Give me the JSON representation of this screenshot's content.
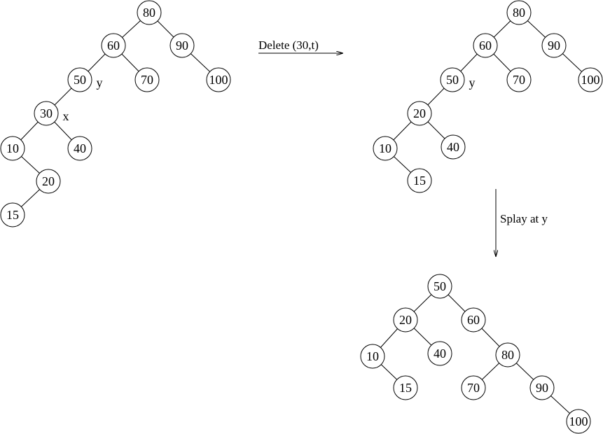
{
  "trees": [
    {
      "id": "before-delete",
      "nodes": [
        {
          "id": "t1-80",
          "label": "80"
        },
        {
          "id": "t1-60",
          "label": "60"
        },
        {
          "id": "t1-90",
          "label": "90"
        },
        {
          "id": "t1-50",
          "label": "50"
        },
        {
          "id": "t1-70",
          "label": "70"
        },
        {
          "id": "t1-100",
          "label": "100"
        },
        {
          "id": "t1-30",
          "label": "30"
        },
        {
          "id": "t1-10",
          "label": "10"
        },
        {
          "id": "t1-40",
          "label": "40"
        },
        {
          "id": "t1-20",
          "label": "20"
        },
        {
          "id": "t1-15",
          "label": "15"
        }
      ],
      "edges": [
        [
          "t1-80",
          "t1-60"
        ],
        [
          "t1-80",
          "t1-90"
        ],
        [
          "t1-60",
          "t1-50"
        ],
        [
          "t1-60",
          "t1-70"
        ],
        [
          "t1-90",
          "t1-100"
        ],
        [
          "t1-50",
          "t1-30"
        ],
        [
          "t1-30",
          "t1-10"
        ],
        [
          "t1-30",
          "t1-40"
        ],
        [
          "t1-10",
          "t1-20"
        ],
        [
          "t1-20",
          "t1-15"
        ]
      ],
      "tags": [
        {
          "node": "t1-50",
          "text": "y"
        },
        {
          "node": "t1-30",
          "text": "x"
        }
      ]
    },
    {
      "id": "after-delete",
      "nodes": [
        {
          "id": "t2-80",
          "label": "80"
        },
        {
          "id": "t2-60",
          "label": "60"
        },
        {
          "id": "t2-90",
          "label": "90"
        },
        {
          "id": "t2-50",
          "label": "50"
        },
        {
          "id": "t2-70",
          "label": "70"
        },
        {
          "id": "t2-100",
          "label": "100"
        },
        {
          "id": "t2-20",
          "label": "20"
        },
        {
          "id": "t2-10",
          "label": "10"
        },
        {
          "id": "t2-40",
          "label": "40"
        },
        {
          "id": "t2-15",
          "label": "15"
        }
      ],
      "edges": [
        [
          "t2-80",
          "t2-60"
        ],
        [
          "t2-80",
          "t2-90"
        ],
        [
          "t2-60",
          "t2-50"
        ],
        [
          "t2-60",
          "t2-70"
        ],
        [
          "t2-90",
          "t2-100"
        ],
        [
          "t2-50",
          "t2-20"
        ],
        [
          "t2-20",
          "t2-10"
        ],
        [
          "t2-20",
          "t2-40"
        ],
        [
          "t2-10",
          "t2-15"
        ]
      ],
      "tags": [
        {
          "node": "t2-50",
          "text": "y"
        }
      ]
    },
    {
      "id": "after-splay",
      "nodes": [
        {
          "id": "t3-50",
          "label": "50"
        },
        {
          "id": "t3-20",
          "label": "20"
        },
        {
          "id": "t3-60",
          "label": "60"
        },
        {
          "id": "t3-10",
          "label": "10"
        },
        {
          "id": "t3-40",
          "label": "40"
        },
        {
          "id": "t3-80",
          "label": "80"
        },
        {
          "id": "t3-15",
          "label": "15"
        },
        {
          "id": "t3-70",
          "label": "70"
        },
        {
          "id": "t3-90",
          "label": "90"
        },
        {
          "id": "t3-100",
          "label": "100"
        }
      ],
      "edges": [
        [
          "t3-50",
          "t3-20"
        ],
        [
          "t3-50",
          "t3-60"
        ],
        [
          "t3-20",
          "t3-10"
        ],
        [
          "t3-20",
          "t3-40"
        ],
        [
          "t3-10",
          "t3-15"
        ],
        [
          "t3-60",
          "t3-80"
        ],
        [
          "t3-80",
          "t3-70"
        ],
        [
          "t3-80",
          "t3-90"
        ],
        [
          "t3-90",
          "t3-100"
        ]
      ],
      "tags": []
    }
  ],
  "operations": [
    {
      "id": "delete-op",
      "label": "Delete (30,t)"
    },
    {
      "id": "splay-op",
      "label": "Splay at y"
    }
  ]
}
